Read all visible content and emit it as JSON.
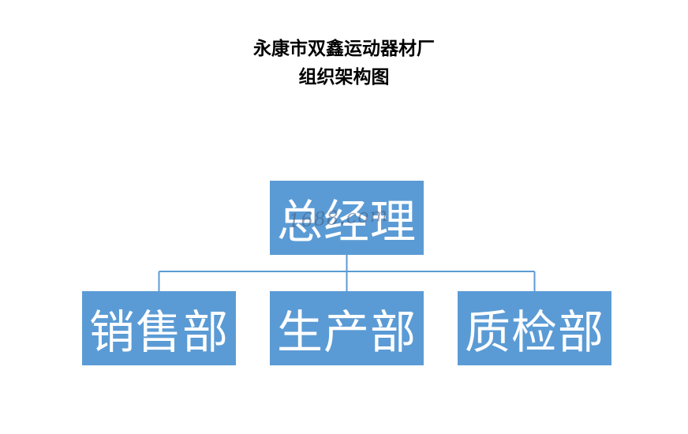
{
  "title": {
    "line1": "永康市双鑫运动器材厂",
    "line2": "组织架构图"
  },
  "org_chart": {
    "root": {
      "label": "总经理"
    },
    "children": [
      {
        "label": "销售部"
      },
      {
        "label": "生产部"
      },
      {
        "label": "质检部"
      }
    ]
  },
  "watermark": "1688.com",
  "colors": {
    "node_fill": "#5b9bd5",
    "node_text": "#ffffff",
    "connector": "#5b9bd5",
    "title_text": "#000000"
  }
}
